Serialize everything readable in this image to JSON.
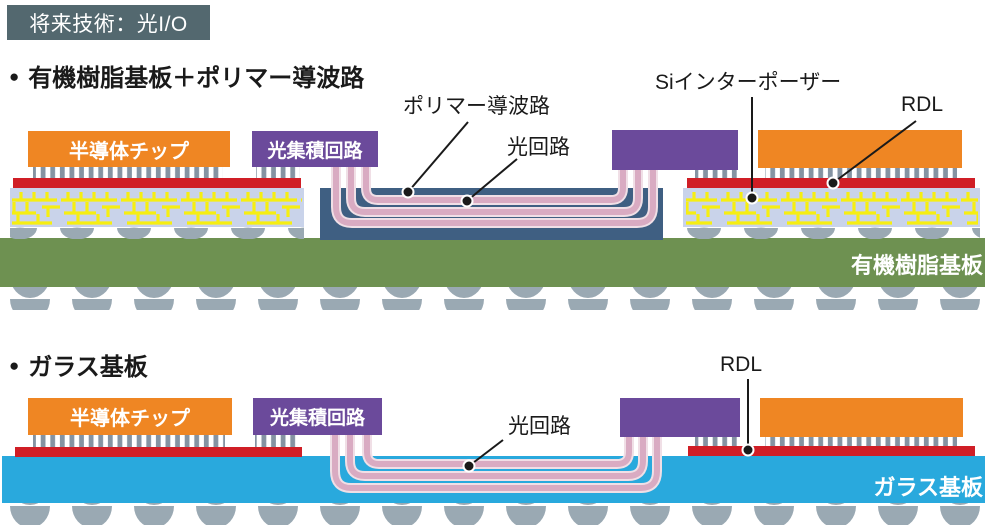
{
  "badge": {
    "label": "将来技術：光I/O"
  },
  "top_section": {
    "bullet": "●",
    "heading": "有機樹脂基板＋ポリマー導波路",
    "semiconductor_chip_label": "半導体チップ",
    "photonic_ic_label": "光集積回路",
    "polymer_waveguide_label": "ポリマー導波路",
    "optical_circuit_label": "光回路",
    "si_interposer_label": "Siインターポーザー",
    "rdl_label": "RDL",
    "substrate_label": "有機樹脂基板"
  },
  "bottom_section": {
    "bullet": "●",
    "heading": "ガラス基板",
    "semiconductor_chip_label": "半導体チップ",
    "photonic_ic_label": "光集積回路",
    "optical_circuit_label": "光回路",
    "rdl_label": "RDL",
    "substrate_label": "ガラス基板"
  },
  "colors": {
    "badge_bg": "#53686f",
    "chip_orange": "#ef8623",
    "chip_purple": "#6b4a9b",
    "rdl_red": "#d01e26",
    "interposer_lavender": "#c9d3ea",
    "trace_yellow": "#f6ee12",
    "waveguide_navy": "#3f5f82",
    "organic_green": "#6e9151",
    "glass_blue": "#29a9dd",
    "bump_gray": "#8593a2",
    "ball_gray": "#9aa9b3",
    "fiber_pink": "#d9abc2",
    "fiber_pink_light": "#f0dfe6",
    "leader_black": "#1a1a1a"
  }
}
